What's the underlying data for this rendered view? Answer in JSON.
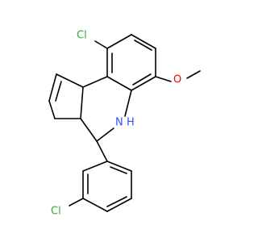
{
  "molecule": {
    "atoms": {
      "cl_top": "Cl",
      "methoxy_o": "O",
      "amine_n": "N",
      "amine_h": "H",
      "cl_bottom": "Cl"
    },
    "colors": {
      "bond": "#000000",
      "chlorine": "#33aa33",
      "oxygen": "#ff0000",
      "nitrogen": "#3050f8"
    }
  }
}
